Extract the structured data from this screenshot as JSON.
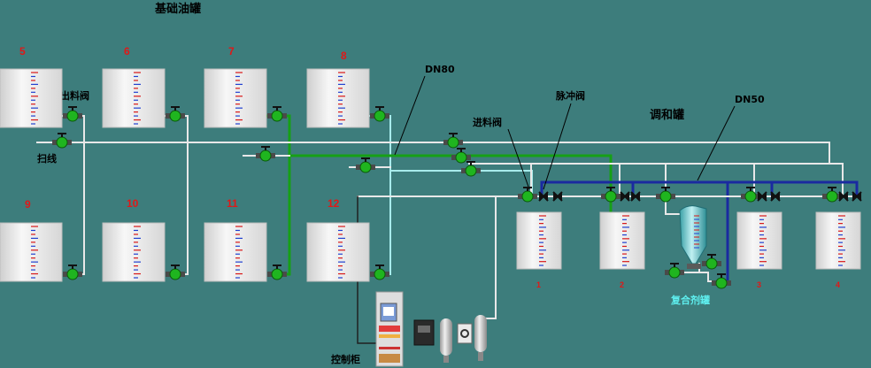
{
  "labels": {
    "title": "基础油罐",
    "outlet_valve": "出料阀",
    "sweep_line": "扫线",
    "dn80": "DN80",
    "inlet_valve": "进料阀",
    "pulse_valve": "脉冲阀",
    "blend_tank": "调和罐",
    "dn50": "DN50",
    "compound_tank": "复合剂罐",
    "control_cabinet": "控制柜"
  },
  "base_tanks": [
    "5",
    "6",
    "7",
    "8",
    "9",
    "10",
    "11",
    "12"
  ],
  "blend_tanks": [
    "1",
    "2",
    "3",
    "4"
  ],
  "colors": {
    "background": "#3d7d7c",
    "tank_body": "#f2f2f2",
    "scale_red": "#d81818",
    "scale_blue": "#2040d0",
    "pipe_white": "#e8e8e8",
    "pipe_green": "#16a016",
    "pipe_cyan": "#a8ecec",
    "pipe_blue": "#1a2aa0",
    "valve_green": "#1fb51f",
    "label_number": "#e01818"
  },
  "icons": [
    "gate-valve-icon",
    "ball-valve-icon",
    "conical-tank-icon",
    "gas-cylinder-icon",
    "control-cabinet-icon"
  ]
}
